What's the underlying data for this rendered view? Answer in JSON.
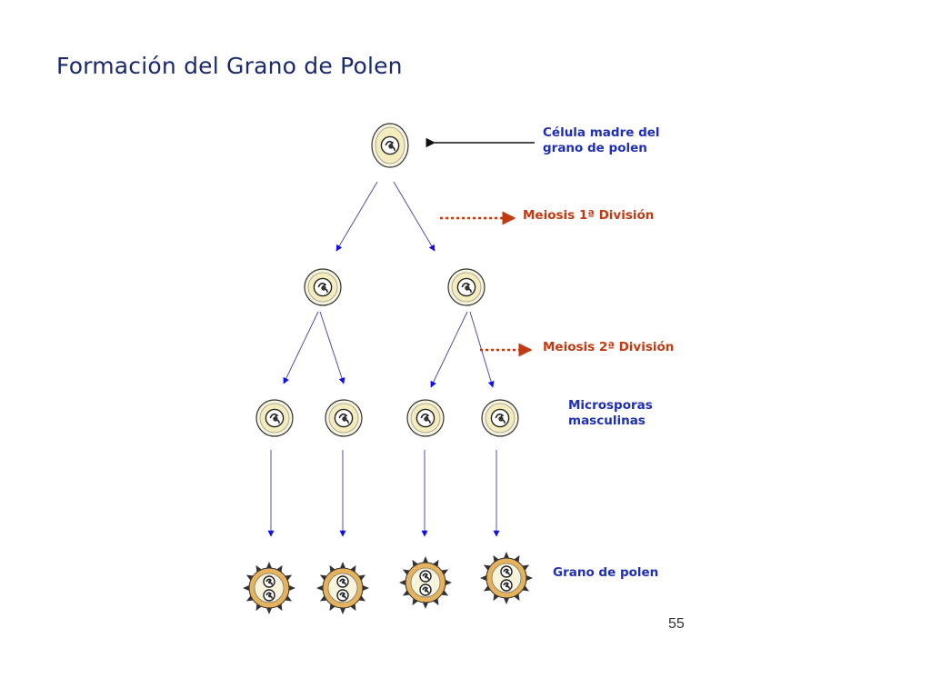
{
  "title": "Formación del Grano de Polen",
  "labels": {
    "mother_cell_line1": "Célula madre del",
    "mother_cell_line2": "grano de polen",
    "meiosis1": "Meiosis 1ª División",
    "meiosis2": "Meiosis 2ª División",
    "microspores_line1": "Microsporas",
    "microspores_line2": "masculinas",
    "pollen_grain": "Grano de polen"
  },
  "page_number": "55",
  "colors": {
    "title": "#1a2a6a",
    "label_blue": "#1f2fb4",
    "label_red": "#c23a12",
    "arrow_blue": "#1010ee",
    "arrow_black": "#111111",
    "arrow_red": "#c23a12",
    "cell_fill": "#f4ecbc",
    "cell_ring": "#f8f4dc",
    "pollen_wall": "#e7b25c"
  }
}
